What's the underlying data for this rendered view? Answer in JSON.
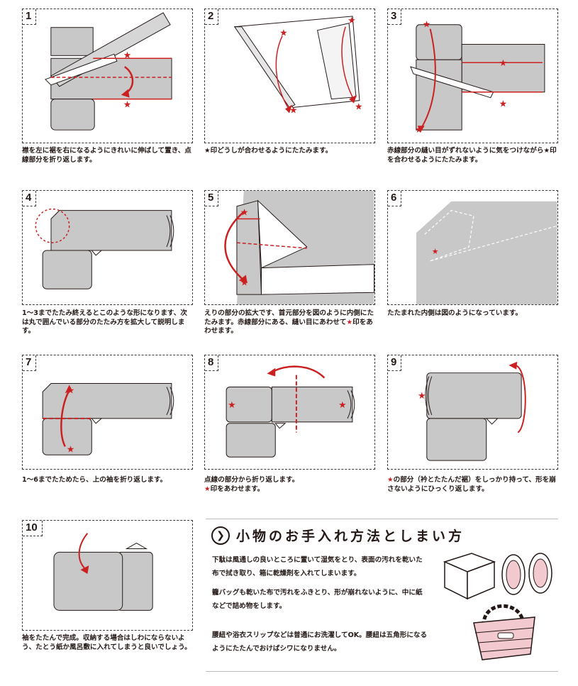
{
  "steps": [
    {
      "no": "1",
      "caption": "襟を左に裾を右になるようにきれいに伸ばして置き、点線部分を折り返します。"
    },
    {
      "no": "2",
      "caption": "★印どうしが合わせるようにたたみます。"
    },
    {
      "no": "3",
      "caption": "赤線部分の縫い目がずれないように気をつけながら★印を合わせるようにたたみます。"
    },
    {
      "no": "4",
      "caption": "1〜3までたたみ終えるとこのような形になります、次は丸で囲んでいる部分のたたみ方を拡大して説明します。"
    },
    {
      "no": "5",
      "caption_a": "えりの部分の拡大です、首元部分を図のように内側にたたみます。赤線部分にある、縫い目にあわせて",
      "caption_star": "★",
      "caption_b": "印をあわせます。"
    },
    {
      "no": "6",
      "caption": "たたまれた内側は図のようになっています。"
    },
    {
      "no": "7",
      "caption": "1〜6までたためたら、上の袖を折り返します。"
    },
    {
      "no": "8",
      "caption_a": "点線の部分から折り返します。",
      "caption_star": "★",
      "caption_b": "印をあわせます。"
    },
    {
      "no": "9",
      "caption_star": "★",
      "caption_b": "の部分（衿とたたんだ裾）をしっかり持って、形を崩さないようにひっくり返します。"
    },
    {
      "no": "10",
      "caption": "袖をたたんで完成。収納する場合はしわにならないよう、たとう紙か風呂敷に入れてしまうと良いでしょう。"
    }
  ],
  "section": {
    "icon": "chevron-right-circle-icon",
    "title": "小物のお手入れ方法としまい方",
    "paragraphs": [
      "下駄は風通しの良いところに置いて湿気をとり、表面の汚れを乾いた布で拭き取り、箱に乾燥剤を入れてしまいます。",
      "籠バッグも乾いた布で汚れをふきとり、形が崩れないように、中に紙などで詰め物をします。",
      "腰紐や浴衣スリップなどは普通にお洗濯してOK。腰紐は五角形になるようにたたんでおけばシワになりません。"
    ]
  },
  "colors": {
    "accent": "#cc1f1f",
    "fabric": "#c8c8c8",
    "outline": "#231815",
    "basket": "#f2c9cf"
  }
}
